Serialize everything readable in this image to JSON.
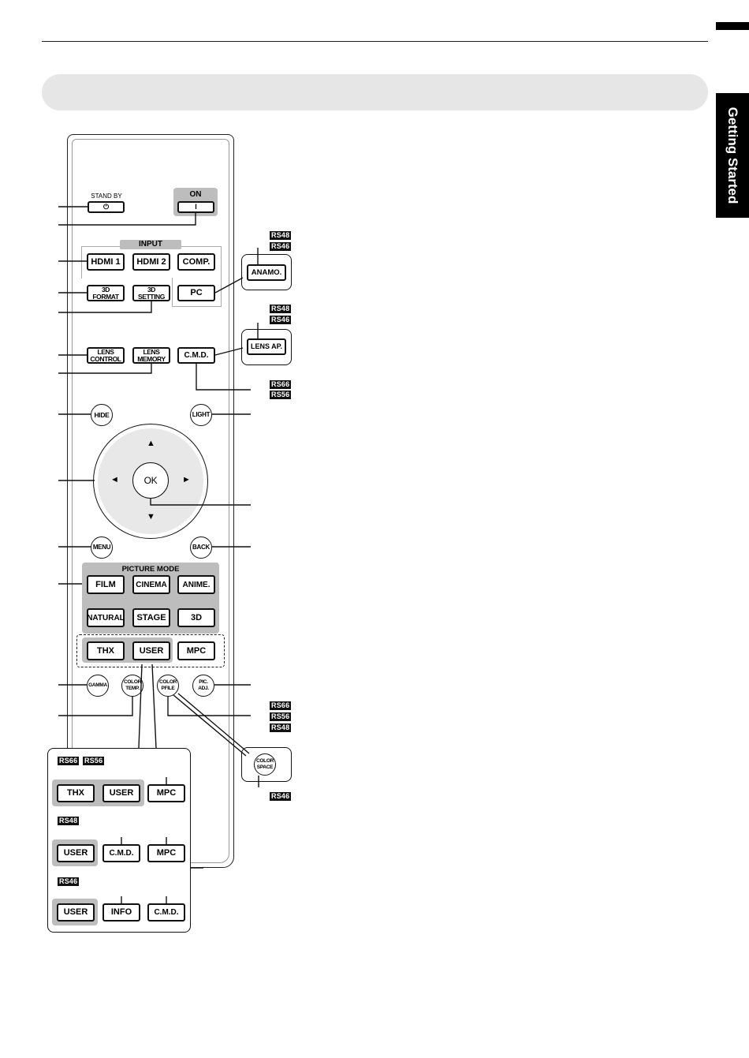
{
  "side_tab": "Getting Started",
  "remote": {
    "standby_label": "STAND BY",
    "standby_symbol": "⏻",
    "on_label": "ON",
    "on_symbol": "I",
    "input_label": "INPUT",
    "hdmi1": "HDMI 1",
    "hdmi2": "HDMI 2",
    "comp": "COMP.",
    "pc": "PC",
    "format3d": "3D FORMAT",
    "setting3d": "3D SETTING",
    "lens_control": "LENS\nCONTROL",
    "lens_memory": "LENS\nMEMORY",
    "cmd": "C.M.D.",
    "hide": "HIDE",
    "light": "LIGHT",
    "ok": "OK",
    "arrow_up": "▲",
    "arrow_down": "▼",
    "arrow_left": "◄",
    "arrow_right": "►",
    "menu": "MENU",
    "back": "BACK",
    "picture_mode_label": "PICTURE MODE",
    "film": "FILM",
    "cinema": "CINEMA",
    "anime": "ANIME.",
    "natural": "NATURAL",
    "stage": "STAGE",
    "mode3d": "3D",
    "thx": "THX",
    "user": "USER",
    "mpc": "MPC",
    "gamma": "GAMMA",
    "color_temp": "COLOR\nTEMP.",
    "color_profile": "COLOR\nPFILE",
    "pic_adj": "PIC.\nADJ."
  },
  "callouts": {
    "anamo": "ANAMO.",
    "lens_ap": "LENS AP.",
    "color_space": "COLOR\nSPACE"
  },
  "badges": {
    "rs48": "RS48",
    "rs46": "RS46",
    "rs66": "RS66",
    "rs56": "RS56"
  },
  "variants": {
    "v1": [
      "THX",
      "USER",
      "MPC"
    ],
    "v2": [
      "USER",
      "C.M.D.",
      "MPC"
    ],
    "v3": [
      "USER",
      "INFO",
      "C.M.D."
    ]
  }
}
